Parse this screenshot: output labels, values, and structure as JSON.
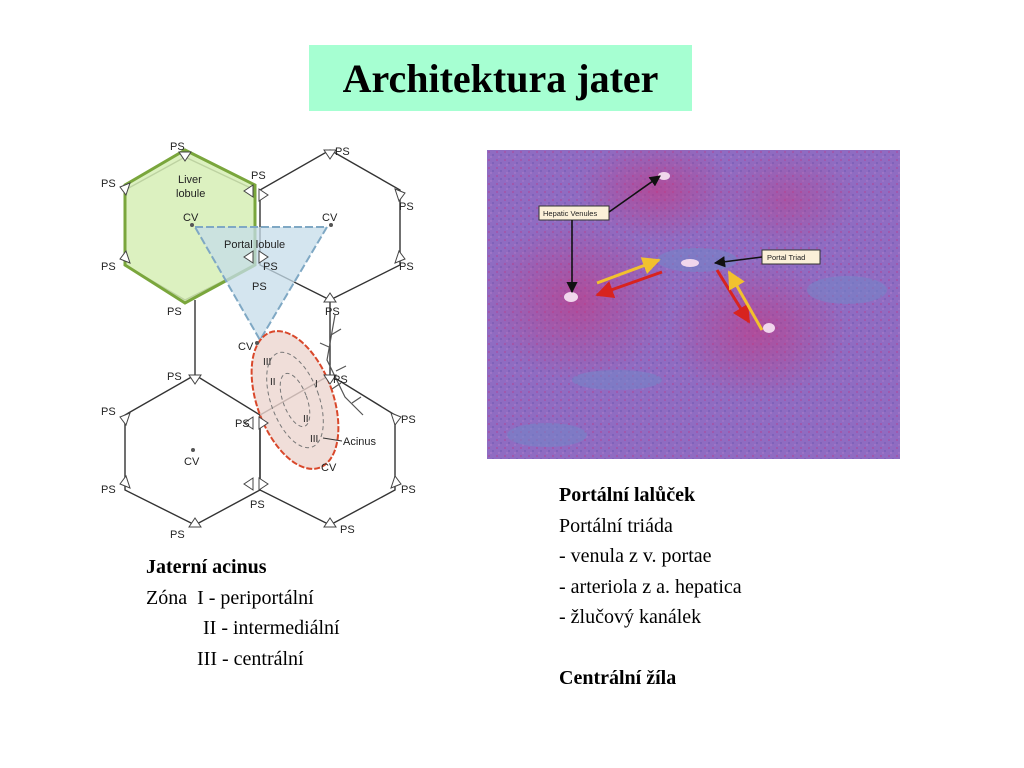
{
  "title": "Architektura jater",
  "diagram": {
    "labels": {
      "ps": "PS",
      "cv": "CV",
      "liver_lobule_1": "Liver",
      "liver_lobule_2": "lobule",
      "portal_lobule": "Portal lobule",
      "zone_i": "I",
      "zone_ii": "II",
      "zone_iii": "III",
      "acinus": "Acinus"
    },
    "colors": {
      "liver_lobule_fill": "#d6efb5",
      "liver_lobule_stroke": "#7aa63c",
      "portal_lobule_fill": "#c5dcea",
      "portal_lobule_stroke": "#7fa8c4",
      "acinus_stroke": "#d9482b",
      "acinus_fill": "#ecd6cf"
    }
  },
  "micrograph": {
    "hepatic_venules_label": "Hepatic Venules",
    "portal_triad_label": "Portal Triad",
    "colors": {
      "tissue_base": "#8f6cc2",
      "arrow_yellow": "#f2c12e",
      "arrow_red": "#d8231f"
    }
  },
  "left_text": {
    "heading": "Jaterní acinus",
    "line1": "Zóna  I - periportální",
    "line2": "II - intermediální",
    "line3": "III - centrální"
  },
  "right_text": {
    "heading": "Portální lalůček",
    "line1": "Portální triáda",
    "line2": "- venula z v. portae",
    "line3": "- arteriola z a. hepatica",
    "line4": "- žlučový kanálek",
    "heading2": "Centrální žíla"
  }
}
